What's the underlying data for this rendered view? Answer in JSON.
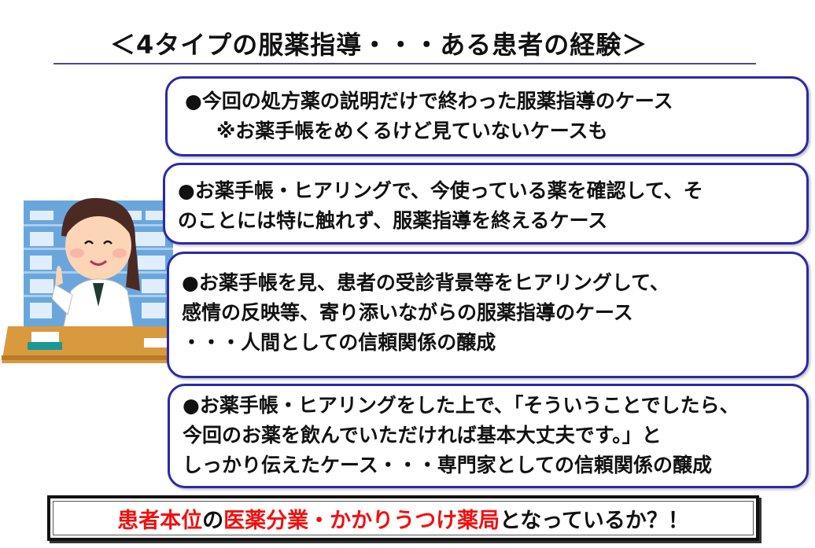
{
  "title": "＜4タイプの服薬指導・・・ある患者の経験＞",
  "cases": [
    {
      "lines": [
        "●今回の処方薬の説明だけで終わった服薬指導のケース",
        "※お薬手帳をめくるけど見ていないケースも"
      ]
    },
    {
      "lines": [
        "●お薬手帳・ヒアリングで、今使っている薬を確認して、そ",
        "のことには特に触れず、服薬指導を終えるケース"
      ]
    },
    {
      "lines": [
        "●お薬手帳を見、患者の受診背景等をヒアリングして、",
        "感情の反映等、寄り添いながらの服薬指導のケース",
        "・・・人間としての信頼関係の醸成"
      ]
    },
    {
      "lines": [
        "●お薬手帳・ヒアリングをした上で、「そういうことでしたら、",
        "今回のお薬を飲んでいただければ基本大丈夫です。」と",
        "しっかり伝えたケース・・・専門家としての信頼関係の醸成"
      ]
    }
  ],
  "conclusion": {
    "part1": "患者本位",
    "part2": "の",
    "part3": "医薬分業・かかりうつけ薬局",
    "part4": "となっているか？！"
  },
  "colors": {
    "border": "#2a2aa8",
    "emphasis": "#f01010"
  }
}
